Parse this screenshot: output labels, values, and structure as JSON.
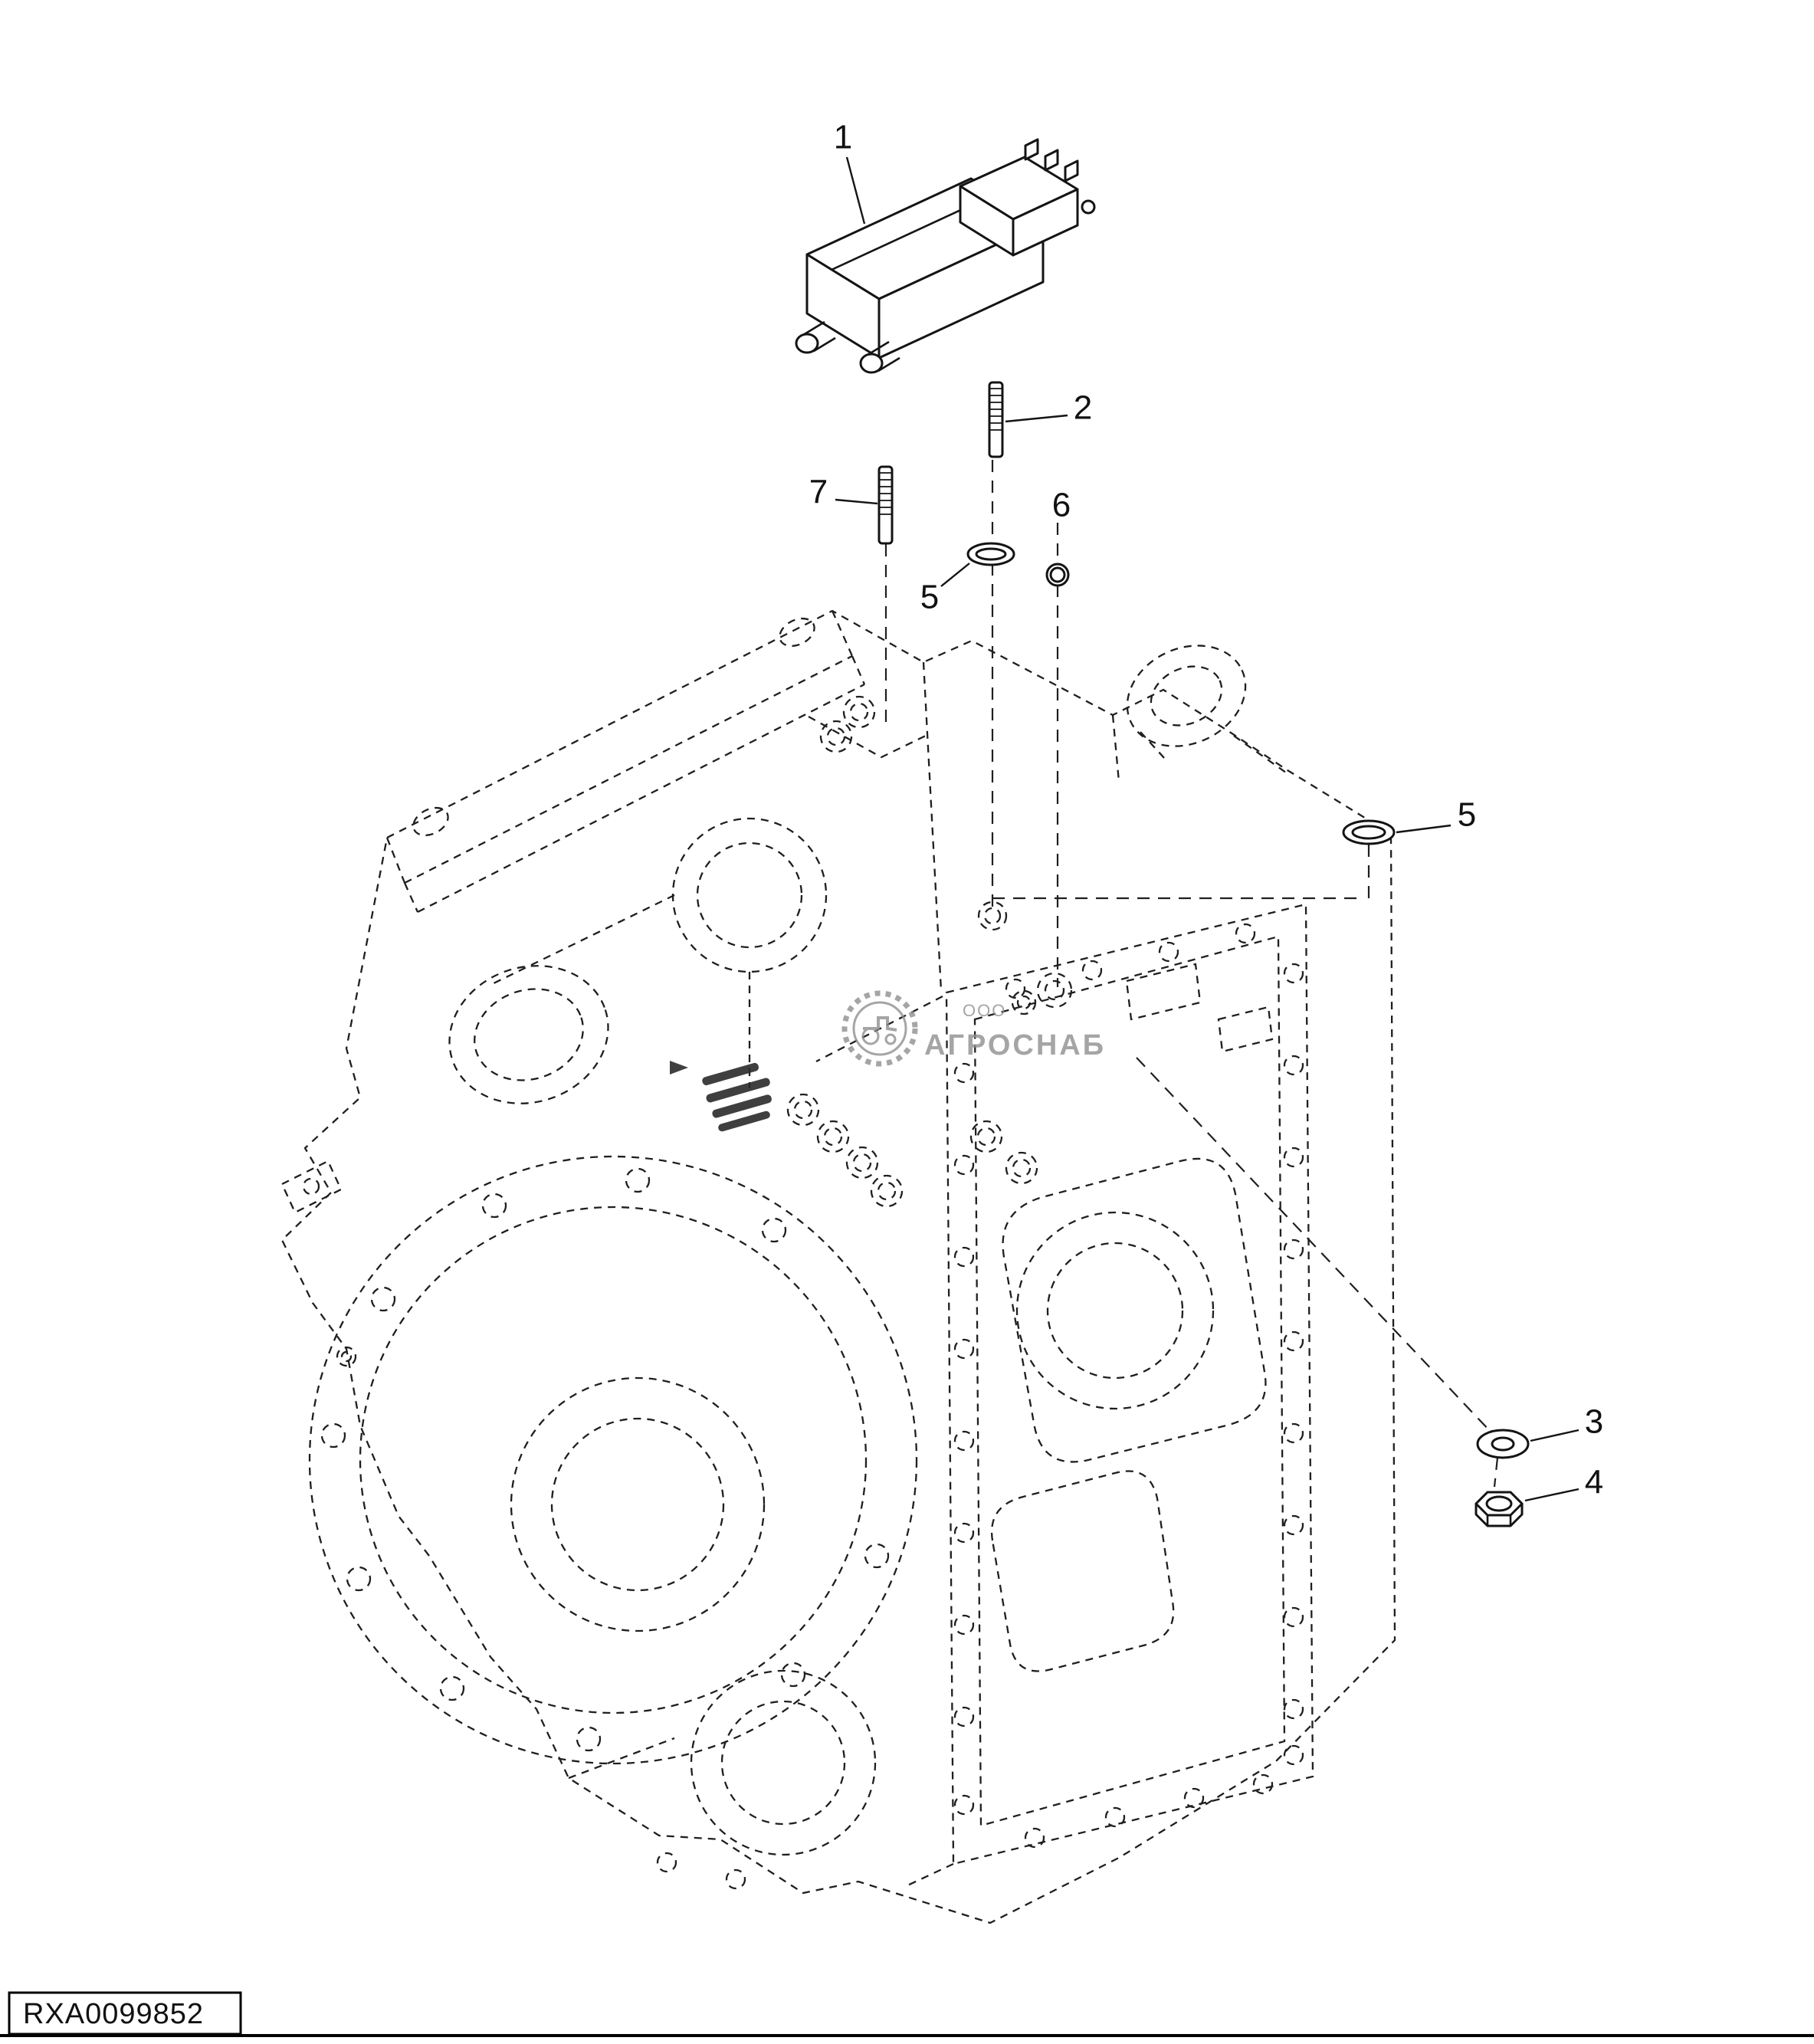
{
  "figure": {
    "code": "RXA0099852",
    "callouts": [
      {
        "label": "1"
      },
      {
        "label": "2"
      },
      {
        "label": "7"
      },
      {
        "label": "5"
      },
      {
        "label": "6"
      },
      {
        "label": "5"
      },
      {
        "label": "3"
      },
      {
        "label": "4"
      }
    ],
    "watermark": {
      "prefix": "ООО",
      "name": "АГРОСНАБ"
    },
    "colors": {
      "ink": "#1f1f1f",
      "background": "#ffffff",
      "watermark": "#8f8f8f"
    }
  }
}
